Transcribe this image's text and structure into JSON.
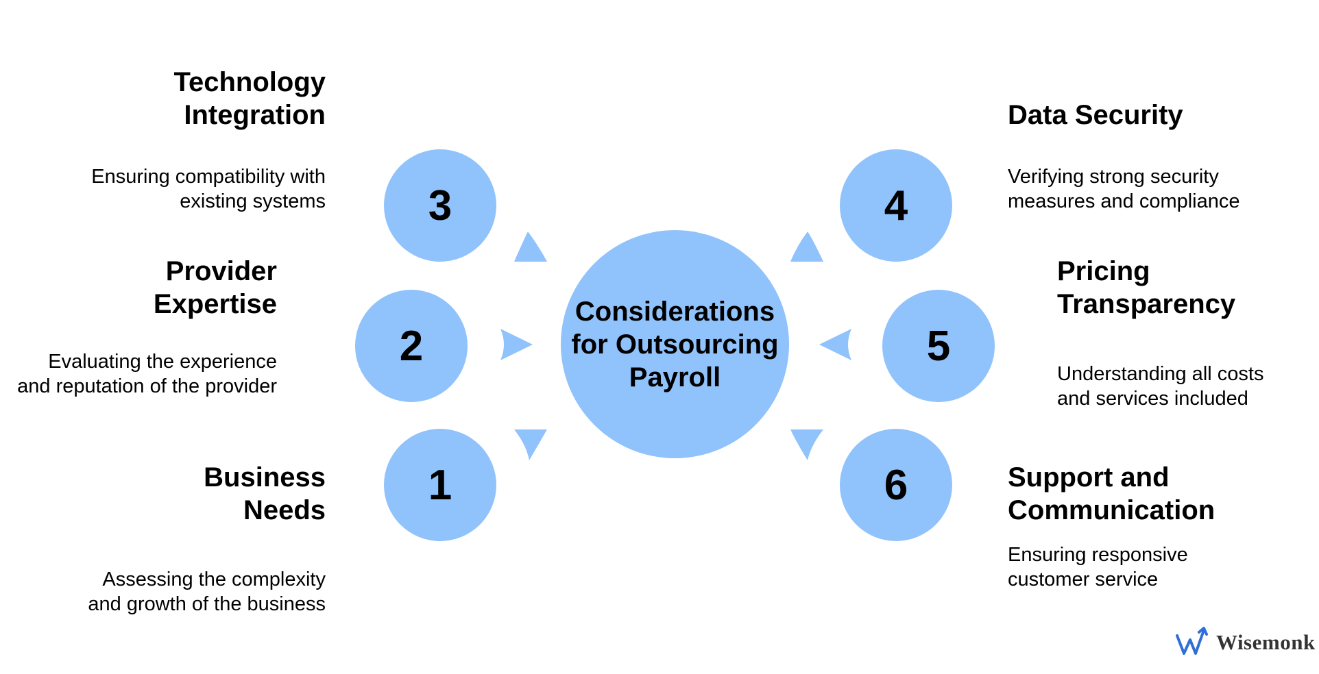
{
  "center": {
    "label": "Considerations for Outsourcing Payroll"
  },
  "items": [
    {
      "number": "1",
      "title": "Business Needs",
      "description": "Assessing the complexity and growth of the business"
    },
    {
      "number": "2",
      "title": "Provider Expertise",
      "description": "Evaluating the experience and reputation of the provider"
    },
    {
      "number": "3",
      "title": "Technology Integration",
      "description": "Ensuring compatibility with existing systems"
    },
    {
      "number": "4",
      "title": "Data Security",
      "description": "Verifying strong security measures and compliance"
    },
    {
      "number": "5",
      "title": "Pricing Transparency",
      "description": "Understanding all costs and services included"
    },
    {
      "number": "6",
      "title": "Support and Communication",
      "description": "Ensuring responsive customer service"
    }
  ],
  "brand": {
    "name": "Wisemonk",
    "accent_color": "#90c2fb",
    "logo_color": "#2f6fd8"
  }
}
